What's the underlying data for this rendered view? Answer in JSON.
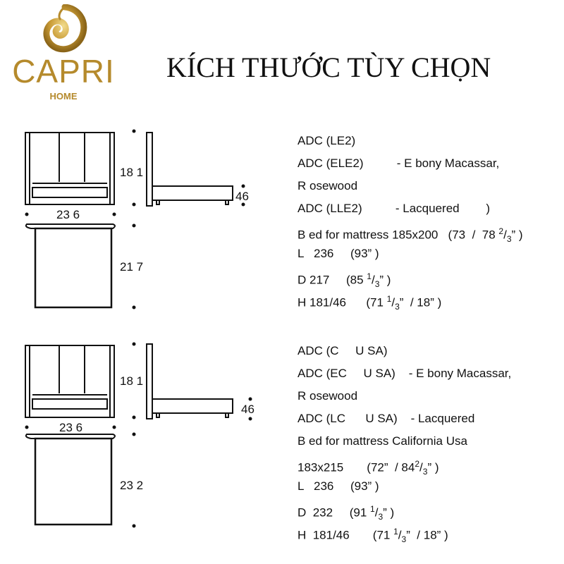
{
  "logo": {
    "brand": "CAPRI",
    "sub": "HOME"
  },
  "title": "KÍCH THƯỚC TÙY CHỌN",
  "section1": {
    "dims": {
      "height": "18 1",
      "side_height": "46",
      "width": "23 6",
      "depth": "21 7"
    },
    "lines": [
      "ADC (LE2)",
      "ADC (ELE2)          - E bony Macassar,",
      "R osewood",
      "ADC (LLE2)          - Lacquered        )",
      "B ed for mattress 185x200   (73  /  78",
      "L   236     (93” )",
      "D 217     (85",
      "H 181/46      (71"
    ],
    "frac_a": "2",
    "frac_b": "3",
    "frac_c": "” )",
    "d_frac_a": "1",
    "d_frac_b": "3",
    "d_frac_c": "” )",
    "h_frac_a": "1",
    "h_frac_b": "3",
    "h_frac_c": "”  / 18” )"
  },
  "section2": {
    "dims": {
      "height": "18 1",
      "side_height": "46",
      "width": "23 6",
      "depth": "23 2"
    },
    "lines": [
      "ADC (C     U SA)",
      "ADC (EC     U SA)    - E bony Macassar,",
      "R osewood",
      "ADC (LC      U SA)    - Lacquered",
      "B ed for mattress California Usa",
      "183x215       (72”  / 84",
      "L   236     (93” )",
      "D  232     (91",
      "H  181/46       (71"
    ],
    "frac_a": "2",
    "frac_b": "3",
    "frac_c": "” )",
    "d_frac_a": "1",
    "d_frac_b": "3",
    "d_frac_c": "” )",
    "h_frac_a": "1",
    "h_frac_b": "3",
    "h_frac_c": "”  / 18” )"
  }
}
